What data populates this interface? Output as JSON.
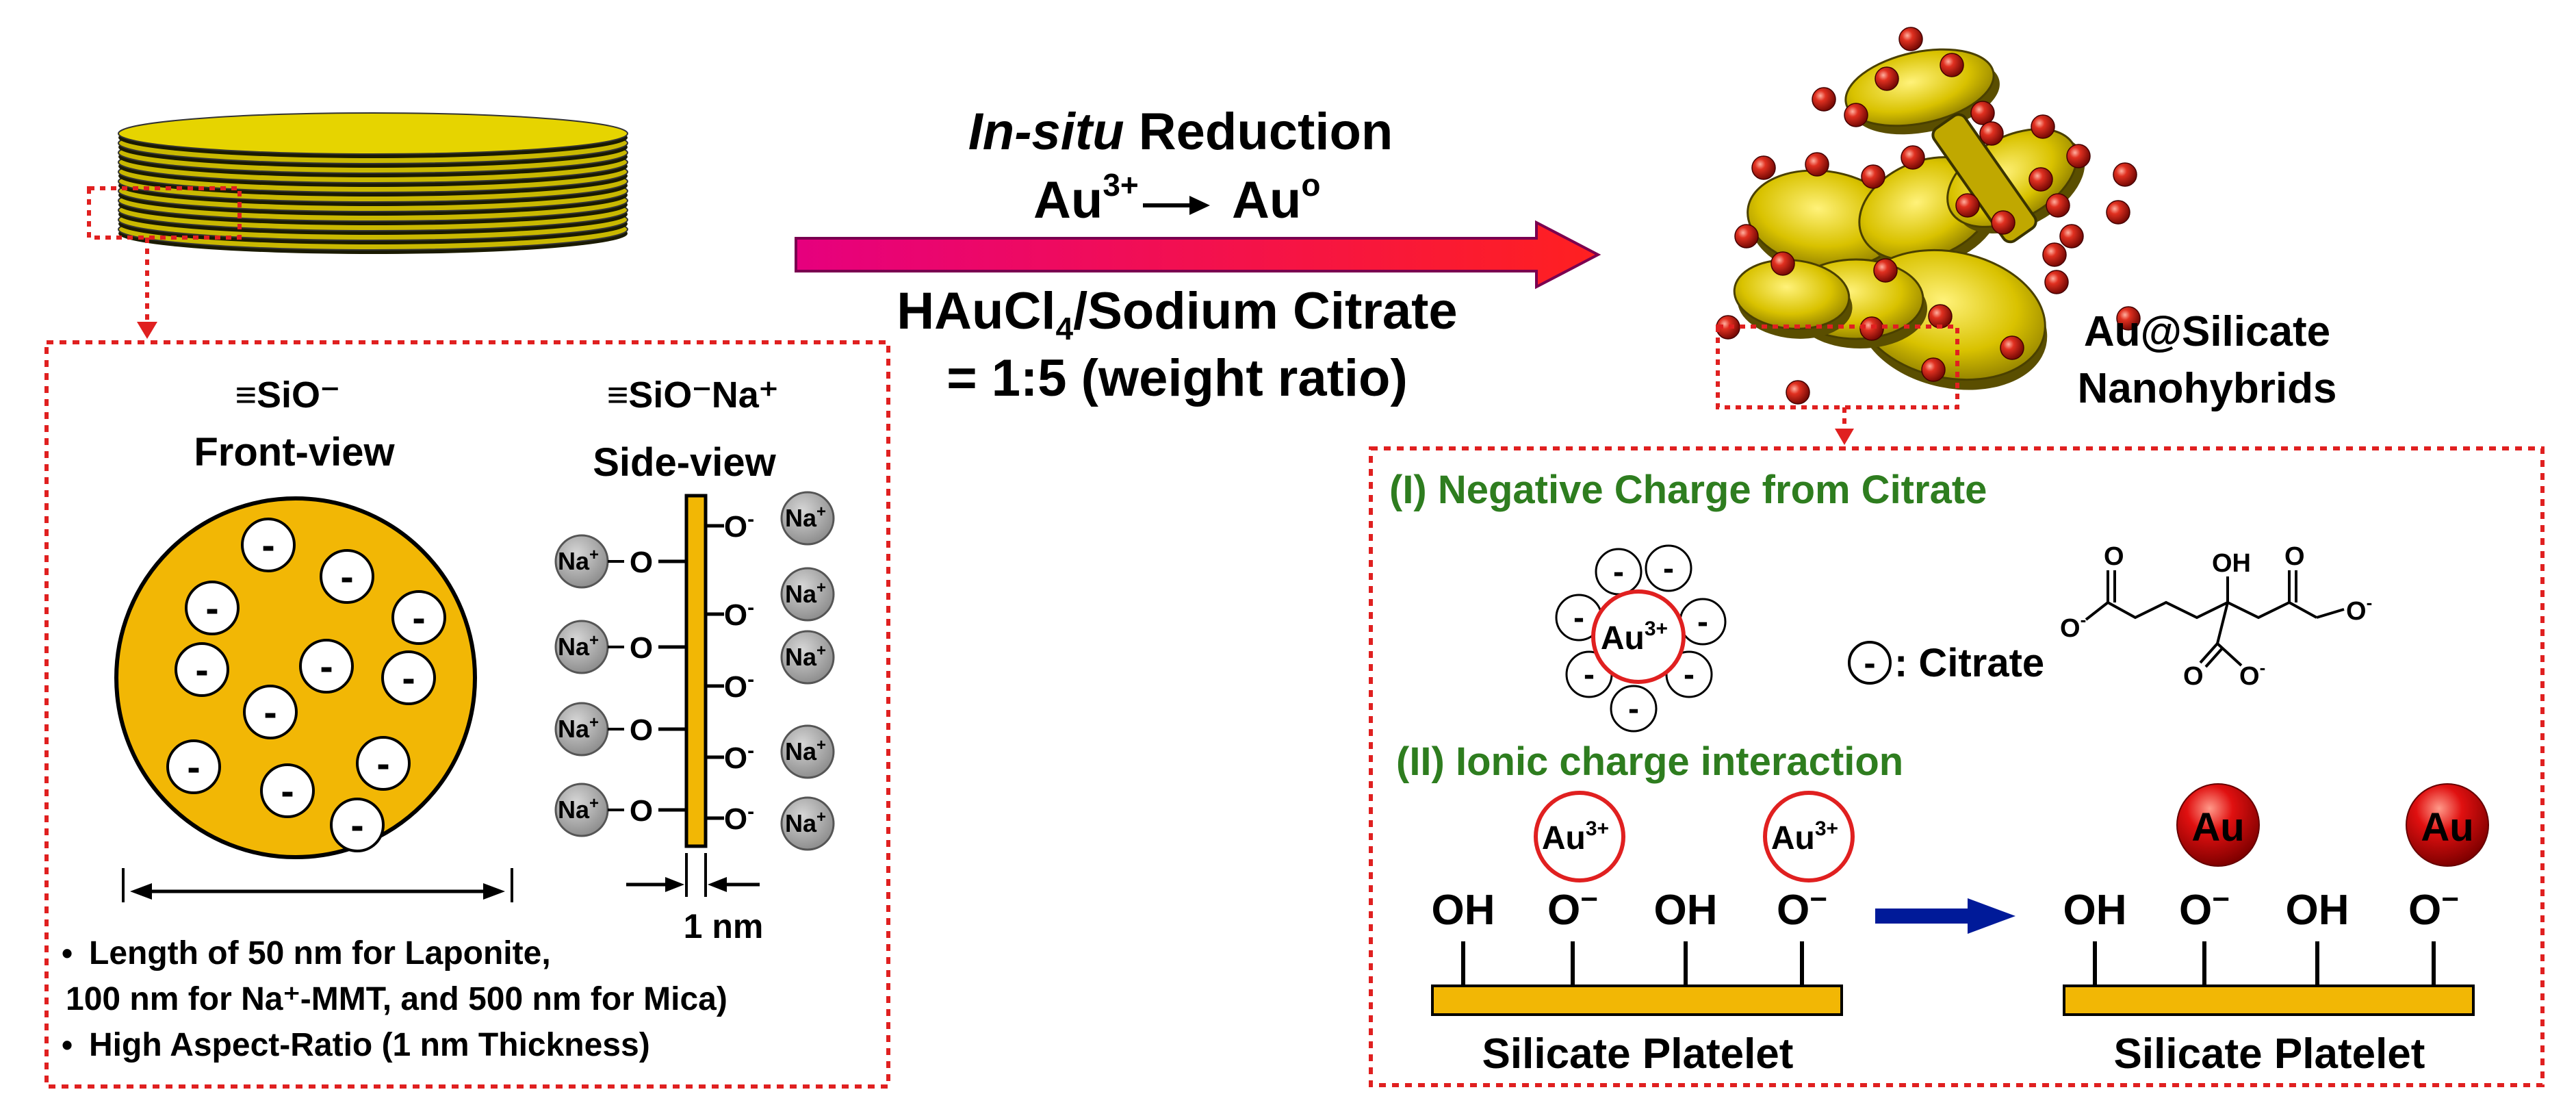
{
  "reaction": {
    "title_italic": "In-situ",
    "title_rest": " Reduction",
    "au_left": "Au",
    "au_left_sup": "3+",
    "au_right": "Au",
    "au_right_sup": "o",
    "reagents_a": "HAuCl",
    "reagents_sub": "4",
    "reagents_b": "/Sodium Citrate",
    "ratio": "= 1:5 (weight ratio)"
  },
  "product_label": {
    "line1": "Au@Silicate",
    "line2": "Nanohybrids"
  },
  "left_panel": {
    "front_formula": "≡SiO⁻",
    "front_title": "Front-view",
    "side_formula": "≡SiO⁻Na⁺",
    "side_title": "Side-view",
    "minus": "-",
    "na": "Na",
    "na_sup": "+",
    "o_minus": "O",
    "o_minus_sup": "-",
    "o_plain": "O",
    "thickness": "1 nm",
    "bullet1_line1": "Length of 50 nm for Laponite,",
    "bullet1_line2": "100 nm for Na⁺-MMT, and 500 nm for Mica)",
    "bullet2": "High Aspect-Ratio (1 nm Thickness)",
    "bullet_mark": "•"
  },
  "right_panel": {
    "heading1": "(I) Negative Charge  from Citrate",
    "heading2": "(II) Ionic charge interaction",
    "au3": "Au",
    "au3_sup": "3+",
    "citrate_key": ": Citrate",
    "oh": "OH",
    "o_label": "O",
    "o_minus_super": "−",
    "o_minus_small": "-",
    "au_ball": "Au",
    "platelet_label": "Silicate Platelet"
  },
  "colors": {
    "platelet": "#f2b705",
    "dotted_red": "#e02020",
    "arrow_magenta": "#e6007e",
    "arrow_red": "#ff1010",
    "arrow_blue": "#001a99",
    "heading_green": "#2e7d1f",
    "na_gray": "#a8a8a8"
  }
}
